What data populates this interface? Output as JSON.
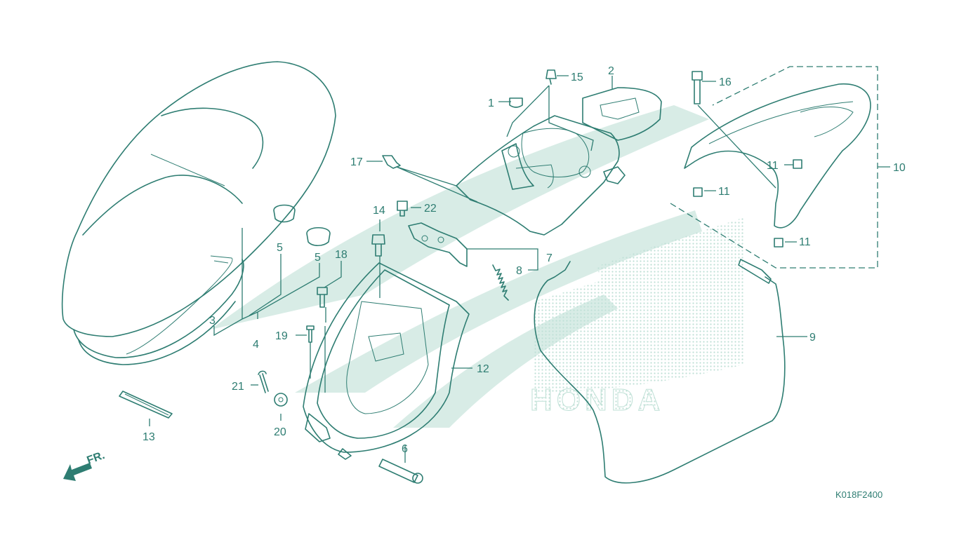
{
  "diagram": {
    "code": "K018F2400",
    "front_marker": "FR.",
    "watermark_brand": "HONDA",
    "colors": {
      "line": "#2e7d72",
      "watermark": "#d8ece6",
      "background": "#ffffff"
    },
    "callouts": [
      "1",
      "2",
      "3",
      "4",
      "5",
      "5",
      "6",
      "7",
      "8",
      "9",
      "10",
      "11",
      "11",
      "11",
      "12",
      "13",
      "14",
      "15",
      "16",
      "17",
      "18",
      "19",
      "20",
      "21",
      "22"
    ]
  }
}
